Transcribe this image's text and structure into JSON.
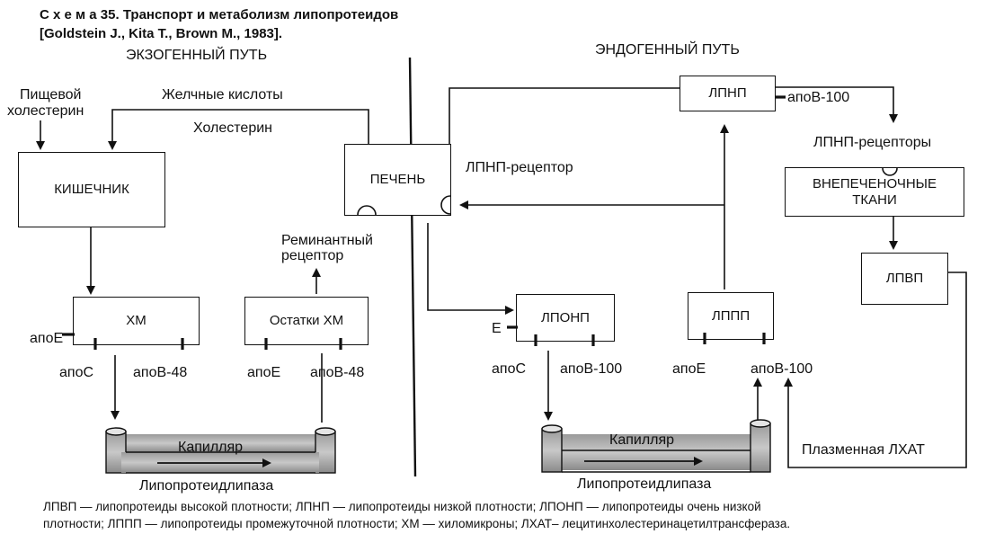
{
  "header": {
    "title": "С х е м а  35. Транспорт и метаболизм липопротеидов",
    "citation": "[Goldstein J., Kita T., Brown M., 1983]."
  },
  "sections": {
    "exogenous": "ЭКЗОГЕННЫЙ ПУТЬ",
    "endogenous": "ЭНДОГЕННЫЙ ПУТЬ"
  },
  "boxes": {
    "intestine": "КИШЕЧНИК",
    "liver": "ПЕЧЕНЬ",
    "chm": "ХМ",
    "chm_remnants": "Остатки ХМ",
    "vldl": "ЛПОНП",
    "idl": "ЛППП",
    "ldl": "ЛПНП",
    "extrahepatic_line1": "ВНЕПЕЧЕНОЧНЫЕ",
    "extrahepatic_line2": "ТКАНИ",
    "hdl": "ЛПВП"
  },
  "labels": {
    "dietary_cholesterol_line1": "Пищевой",
    "dietary_cholesterol_line2": "холестерин",
    "bile_acids": "Желчные кислоты",
    "cholesterol": "Холестерин",
    "ldl_receptor": "ЛПНП-рецептор",
    "remnant_receptor_line1": "Реминантный",
    "remnant_receptor_line2": "рецептор",
    "ldl_receptors": "ЛПНП-рецепторы",
    "apob100_ldl": "апоВ-100",
    "apoe_chm": "апоЕ",
    "apoc_chm": "апоС",
    "apob48_chm": "апоВ-48",
    "apoe_rem": "апоЕ",
    "apob48_rem": "апоВ-48",
    "e_vldl": "E",
    "apoc_vldl": "апоС",
    "apob100_vldl": "апоВ-100",
    "apoe_idl": "апоЕ",
    "apob100_idl": "апоВ-100",
    "capillary_left": "Капилляр",
    "lipase_left": "Липопротеидлипаза",
    "capillary_right": "Капилляр",
    "lipase_right": "Липопротеидлипаза",
    "plasma_lcat": "Плазменная  ЛХАТ"
  },
  "footnote": {
    "line1": "ЛПВП — липопротеиды высокой плотности; ЛПНП — липопротеиды низкой плотности; ЛПОНП — липопротеиды очень низкой",
    "line2": "плотности; ЛППП — липопротеиды промежуточной плотности; ХМ — хиломикроны; ЛХАТ–  лецитинхолестеринацетилтрансфераза."
  }
}
